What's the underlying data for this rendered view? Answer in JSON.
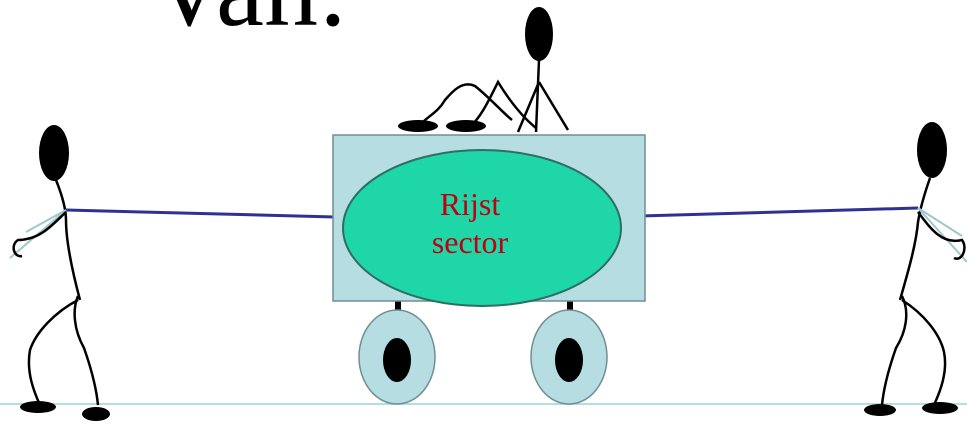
{
  "heading": {
    "text": "Van:"
  },
  "cart": {
    "label_line1": "Rijst",
    "label_line2": "sector"
  },
  "colors": {
    "rope": "#2e3192",
    "cart_body": "#b6dde1",
    "cart_oval": "#1ed6a8",
    "wheel": "#b6dde1",
    "label_text": "#c0000f",
    "ground_line": "#b6dde1",
    "figure": "#000000"
  }
}
